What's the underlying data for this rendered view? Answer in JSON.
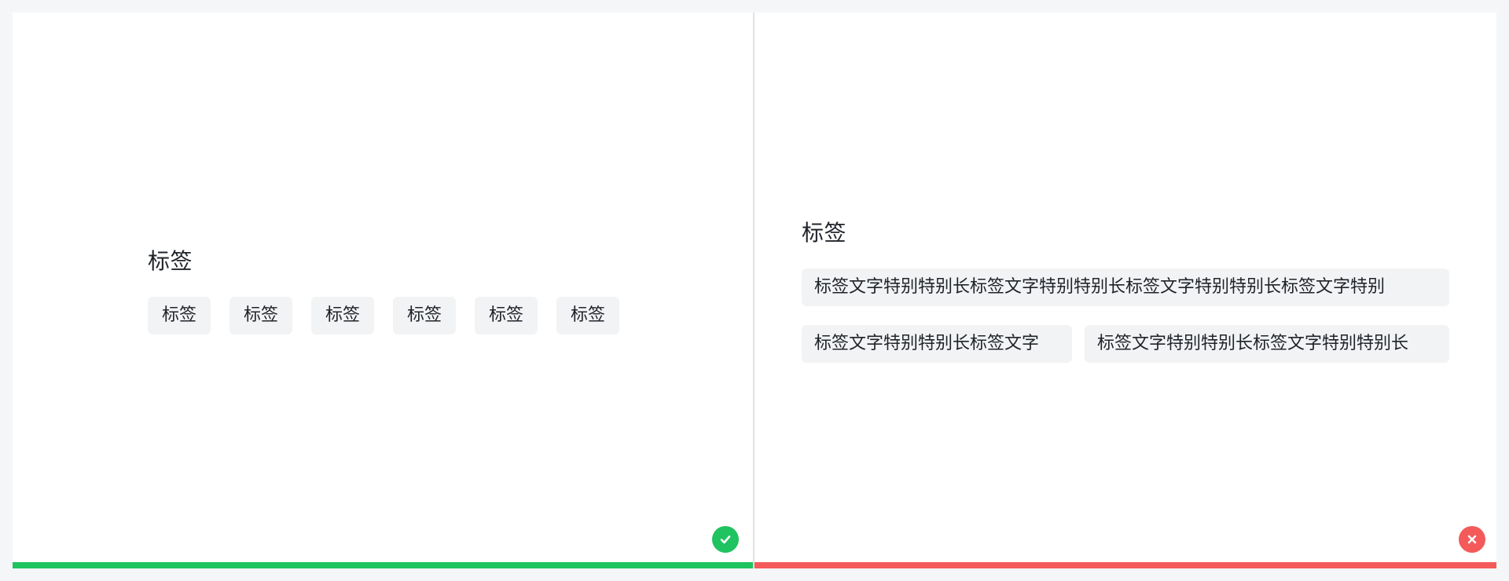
{
  "left_panel": {
    "title": "标签",
    "tags": [
      "标签",
      "标签",
      "标签",
      "标签",
      "标签",
      "标签"
    ],
    "status": {
      "kind": "correct",
      "icon": "check-icon",
      "color": "#1fc35f"
    }
  },
  "right_panel": {
    "title": "标签",
    "tags": [
      "标签文字特别特别长标签文字特别特别长标签文字特别特别长标签文字特别",
      "标签文字特别特别长标签文字",
      "标签文字特别特别长标签文字特别特别长"
    ],
    "status": {
      "kind": "incorrect",
      "icon": "close-icon",
      "color": "#f45a5a"
    }
  },
  "colors": {
    "background": "#f5f6f8",
    "panel": "#ffffff",
    "tag_bg": "#f2f3f5",
    "text": "#1f2329",
    "success": "#1fc35f",
    "error": "#f45a5a",
    "divider": "#dfe2e7"
  }
}
